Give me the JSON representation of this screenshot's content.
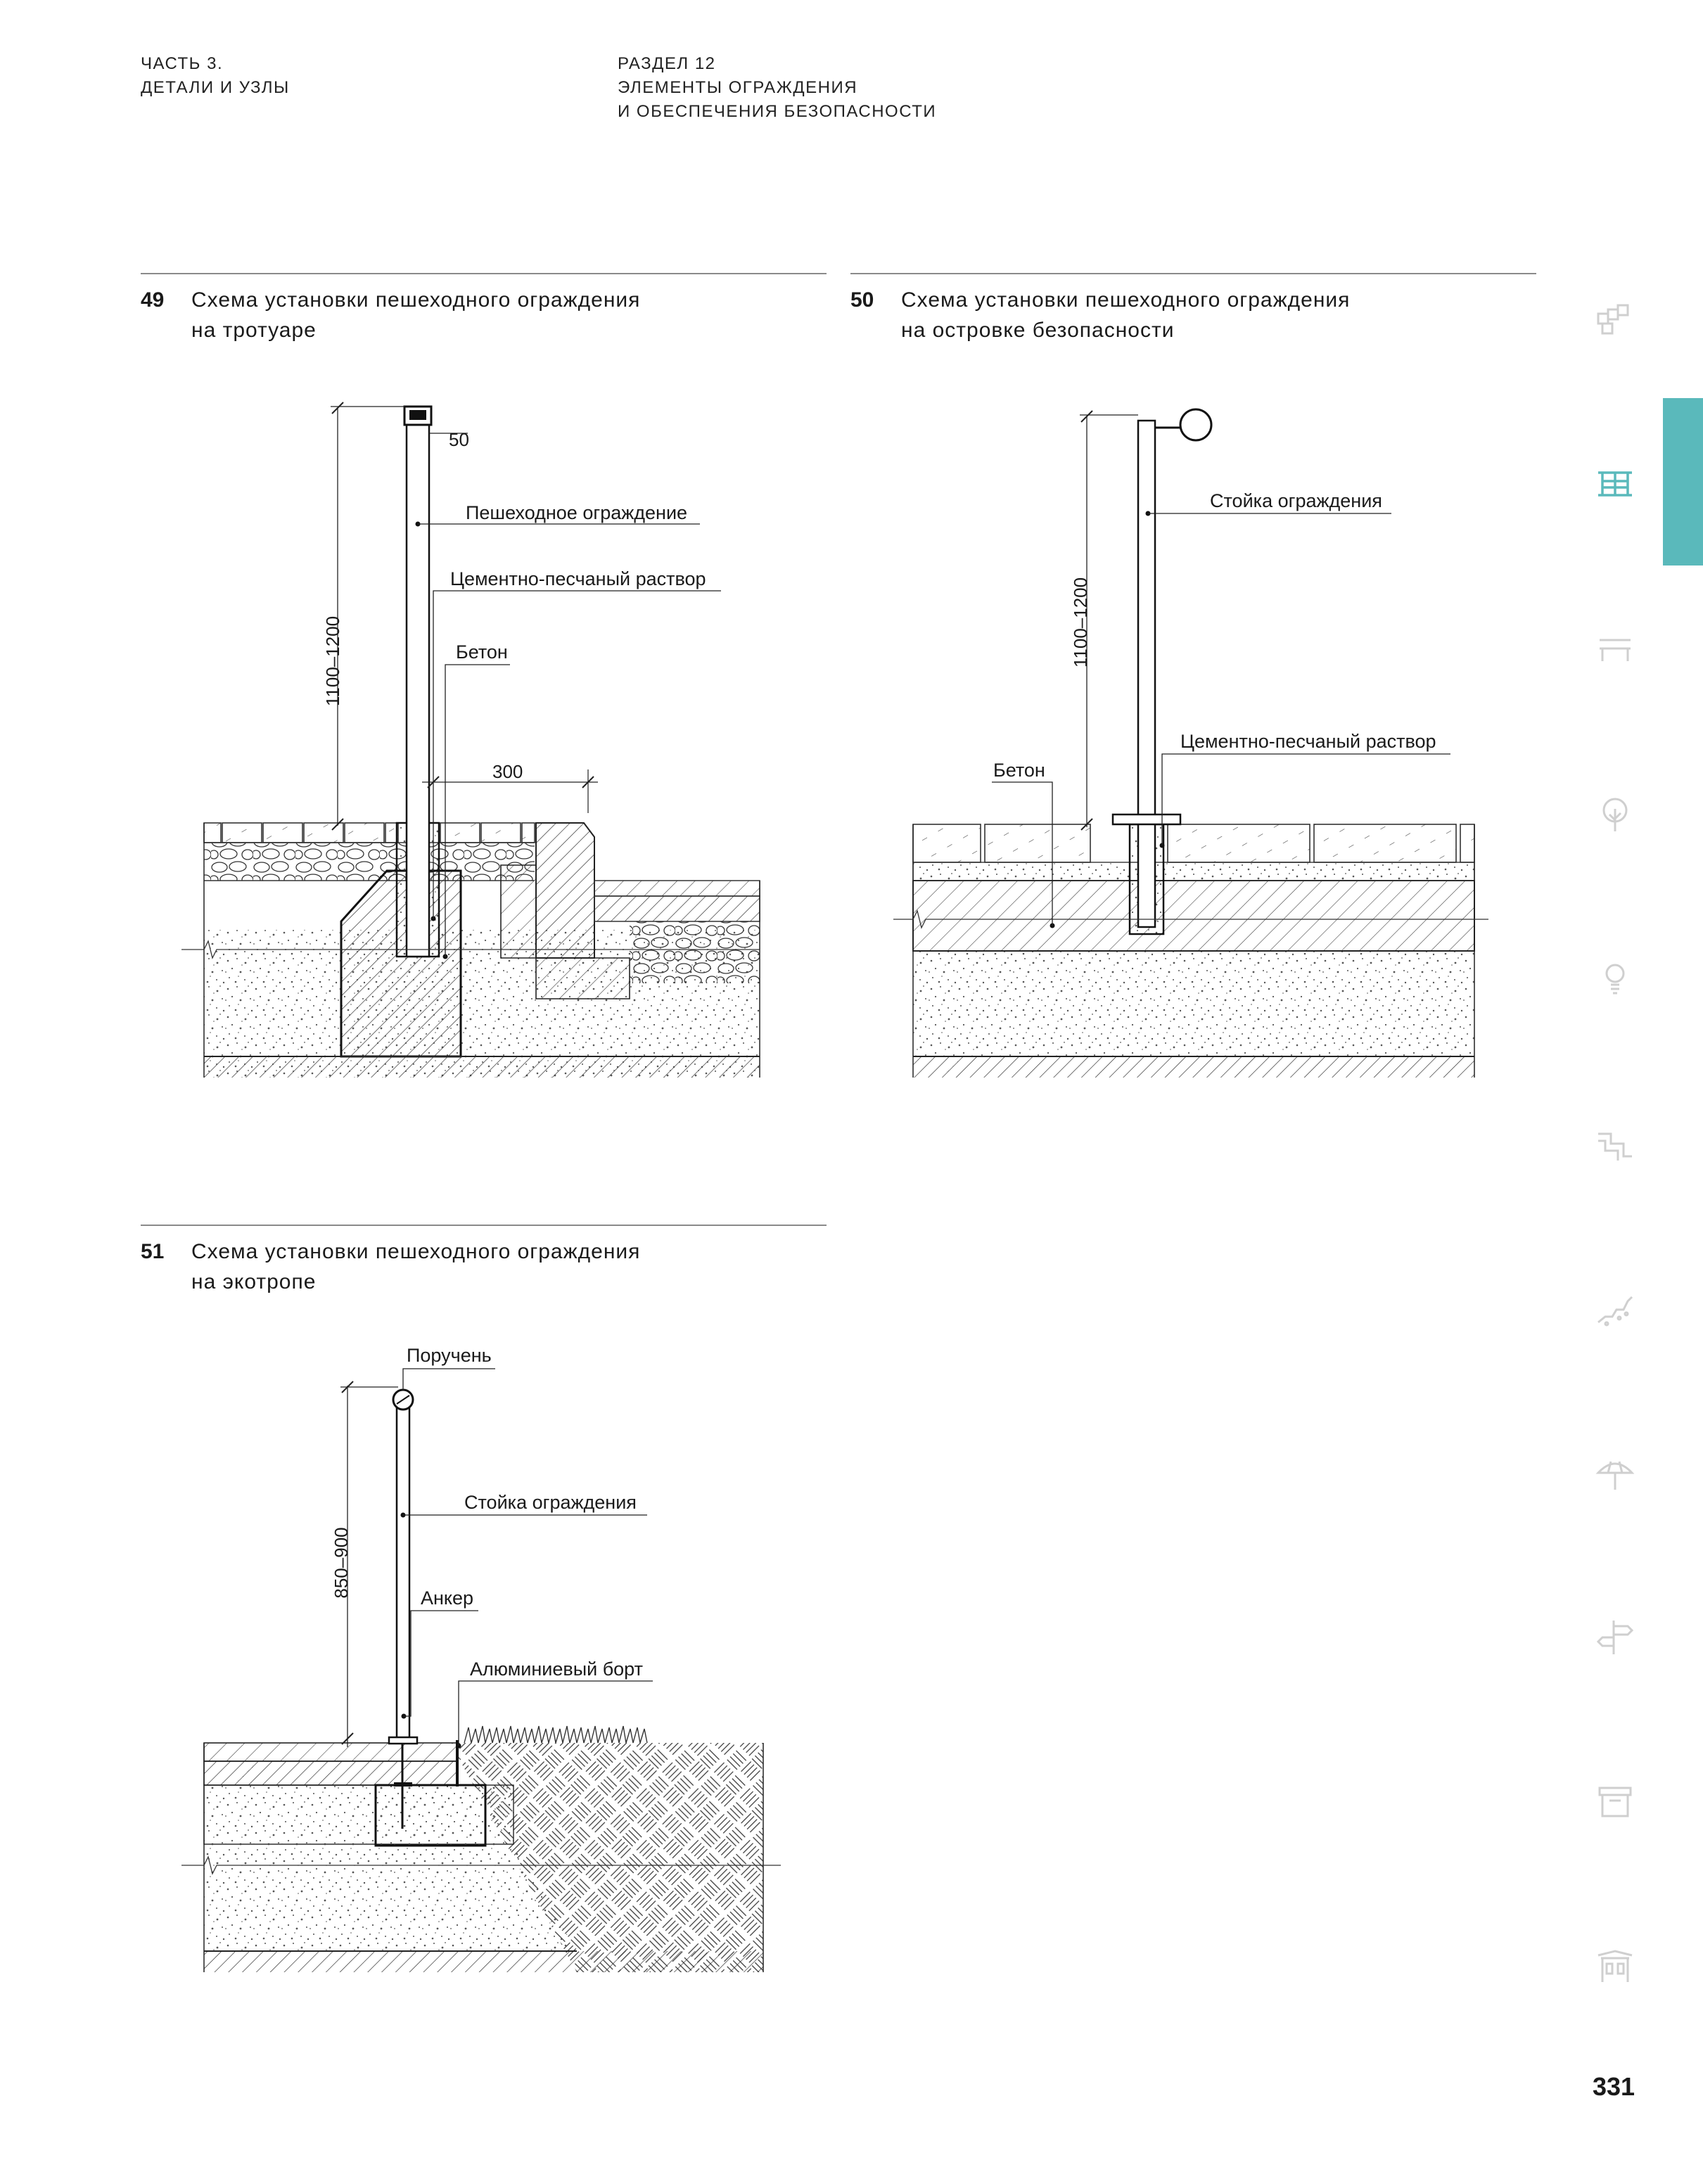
{
  "header": {
    "part_line1": "ЧАСТЬ 3.",
    "part_line2": "ДЕТАЛИ И УЗЛЫ",
    "section_line1": "РАЗДЕЛ 12",
    "section_line2": "ЭЛЕМЕНТЫ ОГРАЖДЕНИЯ",
    "section_line3": "И ОБЕСПЕЧЕНИЯ БЕЗОПАСНОСТИ"
  },
  "figures": [
    {
      "number": "49",
      "title_line1": "Схема установки пешеходного ограждения",
      "title_line2": "на тротуаре",
      "labels": {
        "fence": "Пешеходное ограждение",
        "mortar": "Цементно-песчаный раствор",
        "concrete": "Бетон"
      },
      "dimensions": {
        "height": "1100–1200",
        "post_width": "50",
        "offset": "300"
      }
    },
    {
      "number": "50",
      "title_line1": "Схема установки пешеходного ограждения",
      "title_line2": "на островке безопасности",
      "labels": {
        "post": "Стойка ограждения",
        "mortar": "Цементно-песчаный раствор",
        "concrete": "Бетон"
      },
      "dimensions": {
        "height": "1100–1200"
      }
    },
    {
      "number": "51",
      "title_line1": "Схема установки пешеходного ограждения",
      "title_line2": "на экотропе",
      "labels": {
        "handrail": "Поручень",
        "post": "Стойка ограждения",
        "anchor": "Анкер",
        "border": "Алюминиевый борт"
      },
      "dimensions": {
        "height": "850–900"
      }
    }
  ],
  "sidebar": {
    "active_color": "#5ab9bb",
    "inactive_color": "#cfcfcf",
    "icons": [
      "paving-icon",
      "fence-icon",
      "bench-icon",
      "tree-icon",
      "lamp-icon",
      "pipe-icon",
      "stairs-icon",
      "umbrella-icon",
      "signpost-icon",
      "bin-icon",
      "shelter-icon"
    ]
  },
  "page_number": "331"
}
